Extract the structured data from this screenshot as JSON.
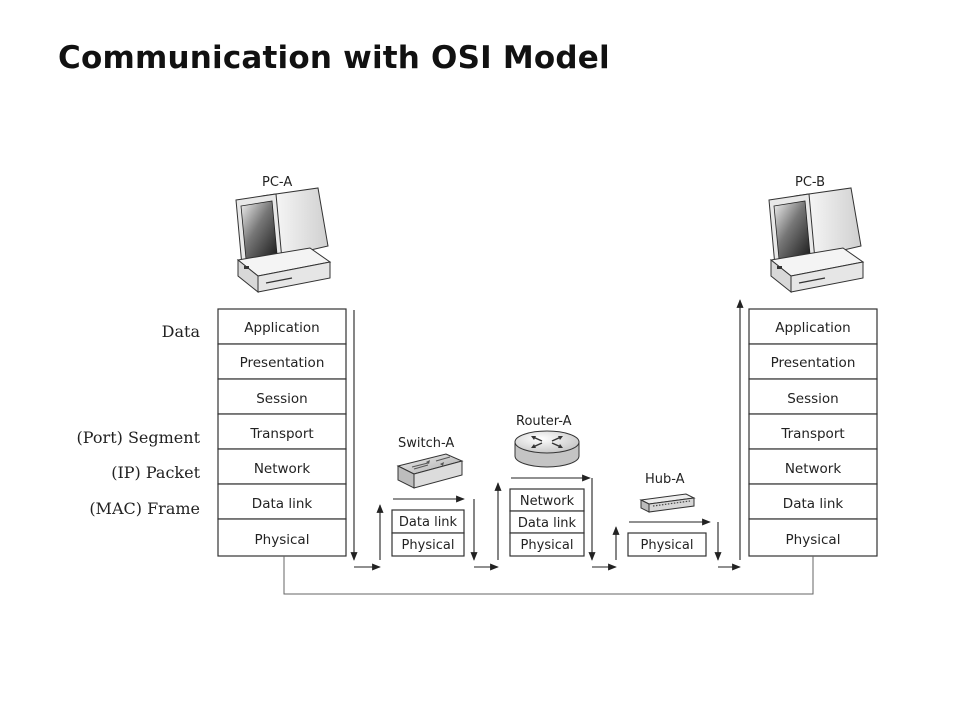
{
  "title": "Communication with OSI Model",
  "pdu_labels": {
    "data": "Data",
    "segment": "(Port) Segment",
    "packet": "(IP) Packet",
    "frame": "(MAC) Frame"
  },
  "devices": {
    "pc_a": {
      "name": "PC-A",
      "layers": [
        "Application",
        "Presentation",
        "Session",
        "Transport",
        "Network",
        "Data link",
        "Physical"
      ]
    },
    "switch_a": {
      "name": "Switch-A",
      "layers": [
        "Data link",
        "Physical"
      ]
    },
    "router_a": {
      "name": "Router-A",
      "layers": [
        "Network",
        "Data link",
        "Physical"
      ]
    },
    "hub_a": {
      "name": "Hub-A",
      "layers": [
        "Physical"
      ]
    },
    "pc_b": {
      "name": "PC-B",
      "layers": [
        "Application",
        "Presentation",
        "Session",
        "Transport",
        "Network",
        "Data link",
        "Physical"
      ]
    }
  },
  "icons": {
    "pc_a": "computer-icon",
    "pc_b": "computer-icon",
    "switch_a": "switch-icon",
    "router_a": "router-icon",
    "hub_a": "hub-icon"
  }
}
